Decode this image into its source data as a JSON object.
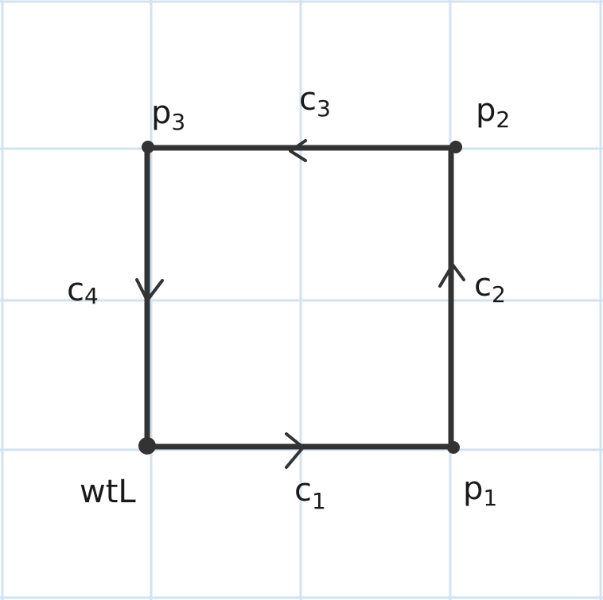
{
  "colors": {
    "grid": "#cfe3f3",
    "ink": "#333333",
    "background": "#ffffff"
  },
  "diagram": {
    "points": [
      {
        "id": "wtl",
        "label": "w",
        "sub": "tL"
      },
      {
        "id": "p1",
        "label": "p",
        "sub": "1"
      },
      {
        "id": "p2",
        "label": "p",
        "sub": "2"
      },
      {
        "id": "p3",
        "label": "p",
        "sub": "3"
      }
    ],
    "paths": [
      {
        "id": "c1",
        "label": "c",
        "sub": "1",
        "direction": "right"
      },
      {
        "id": "c2",
        "label": "c",
        "sub": "2",
        "direction": "up"
      },
      {
        "id": "c3",
        "label": "c",
        "sub": "3",
        "direction": "left"
      },
      {
        "id": "c4",
        "label": "c",
        "sub": "4",
        "direction": "down"
      }
    ]
  }
}
